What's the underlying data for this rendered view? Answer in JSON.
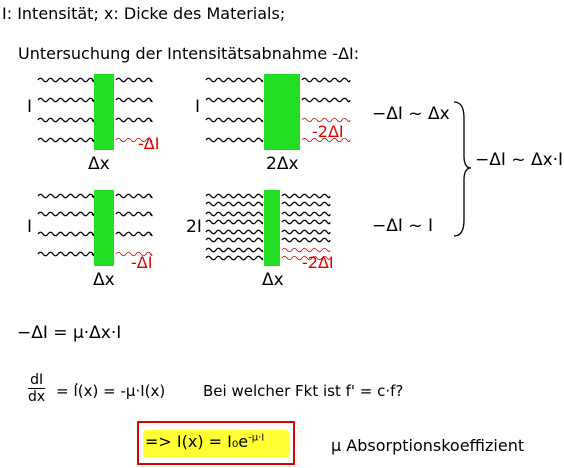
{
  "header": {
    "line1": "I: Intensität;  x: Dicke des Materials;",
    "line2": "Untersuchung der Intensitätsabnahme -ΔI:"
  },
  "panels": {
    "p1": {
      "incident": "I",
      "thickness": "Δx",
      "loss": "-ΔI"
    },
    "p2": {
      "incident": "I",
      "thickness": "2Δx",
      "loss": "-2ΔI"
    },
    "p3": {
      "incident": "I",
      "thickness": "Δx",
      "loss": "-ΔI"
    },
    "p4": {
      "incident": "2I",
      "thickness": "Δx",
      "loss": "-2ΔI"
    }
  },
  "relations": {
    "r1": "−ΔI ~ Δx",
    "r2": "−ΔI ~ I",
    "combined": "−ΔI ~ Δx·I"
  },
  "equation1": "−ΔI = μ·Δx·I",
  "differential": {
    "numerator": "dI",
    "denominator": "dx",
    "equals": "=",
    "idot": "I",
    "rest": "(x) = -μ·I(x)",
    "question": "Bei welcher Fkt ist f' = c·f?"
  },
  "solution": {
    "prefix": "=> I(x) = I₀e",
    "exponent": "-μ·I"
  },
  "mu_label": "μ Absorptionskoeffizient",
  "colors": {
    "slab": "#22dd22",
    "loss": "#e00000",
    "box": "#e00000",
    "highlight": "#ffff33"
  }
}
